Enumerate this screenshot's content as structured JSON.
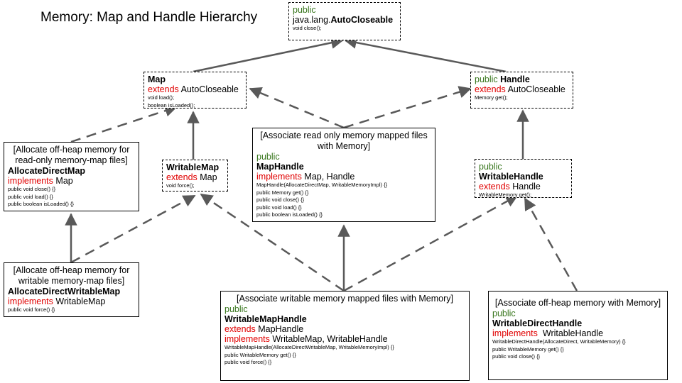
{
  "title": "Memory: Map and Handle Hierarchy",
  "nodes": {
    "autocloseable": {
      "modifier": "public",
      "name_prefix": "java.lang.",
      "name": "AutoCloseable",
      "methods": [
        "void close();"
      ]
    },
    "map": {
      "name": "Map",
      "extends_kw": "extends",
      "extends_target": "AutoCloseable",
      "methods": [
        "void load();",
        "boolean isLoaded();"
      ]
    },
    "handle": {
      "modifier": "public",
      "name": "Handle",
      "extends_kw": "extends",
      "extends_target": "AutoCloseable",
      "methods": [
        "Memory get();"
      ]
    },
    "allocate_direct_map": {
      "caption": "[Allocate off-heap memory for read-only memory-map files]",
      "name": "AllocateDirectMap",
      "implements_kw": "implements",
      "implements_target": "Map",
      "methods": [
        "public void close() {}",
        "public void load() {}",
        "public boolean isLoaded() {}"
      ]
    },
    "writable_map": {
      "name": "WritableMap",
      "extends_kw": "extends",
      "extends_target": "Map",
      "methods": [
        "void force();"
      ]
    },
    "map_handle": {
      "caption": "[Associate read only memory mapped files with Memory]",
      "modifier": "public",
      "name": "MapHandle",
      "implements_kw": "implements",
      "implements_target": "Map, Handle",
      "methods": [
        "MapHandle(AllocateDirectMap, WritableMemoryImpl) {}",
        "public Memory get() {}",
        "public void close() {}",
        "public void load() {}",
        "public boolean isLoaded() {}"
      ]
    },
    "writable_handle": {
      "modifier": "public",
      "name": "WritableHandle",
      "extends_kw": "extends",
      "extends_target": "Handle",
      "methods": [
        "WritableMemory get();"
      ]
    },
    "allocate_direct_writable_map": {
      "caption": "[Allocate off-heap memory for writable memory-map files]",
      "name": "AllocateDirectWritableMap",
      "implements_kw": "implements",
      "implements_target": "WritableMap",
      "methods": [
        "public void force() {}"
      ]
    },
    "writable_map_handle": {
      "caption": "[Associate writable memory mapped files with Memory]",
      "modifier": "public",
      "name": "WritableMapHandle",
      "extends_kw": "extends",
      "extends_target": "MapHandle",
      "implements_kw": "implements",
      "implements_target": "WritableMap, WritableHandle",
      "methods": [
        "WritableMapHandle(AllocateDirectWritableMap, WritableMemoryImpl) {}",
        "public WritableMemory get() {}",
        "public void force() {}"
      ]
    },
    "writable_direct_handle": {
      "caption": "[Associate off-heap memory with Memory]",
      "modifier": "public",
      "name": "WritableDirectHandle",
      "implements_kw": "implements",
      "implements_target": "WritableHandle",
      "methods": [
        "WritableDirectHandle(AllocateDirect, WritableMemory) {}",
        "public WritableMemory get() {}",
        "public void close() {}"
      ]
    }
  },
  "colors": {
    "keyword_public": "#38761d",
    "keyword_relation": "#e00000",
    "arrow": "#595959"
  }
}
